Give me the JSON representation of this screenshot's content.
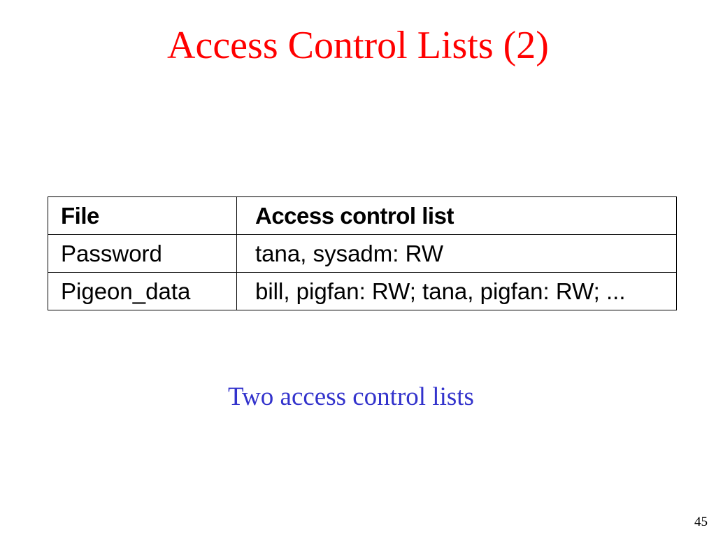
{
  "slide": {
    "title": "Access Control Lists (2)",
    "title_color": "#ff0000",
    "caption": "Two access control lists",
    "caption_color": "#3333cc",
    "page_number": "45"
  },
  "table": {
    "headers": [
      "File",
      "Access control list"
    ],
    "rows": [
      [
        "Password",
        "tana, sysadm: RW"
      ],
      [
        "Pigeon_data",
        "bill, pigfan: RW;  tana, pigfan: RW; ..."
      ]
    ]
  }
}
